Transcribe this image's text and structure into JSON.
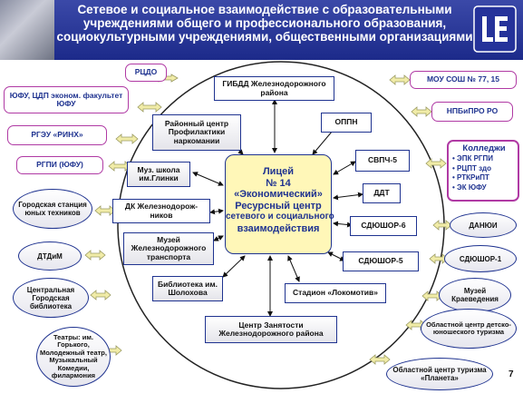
{
  "header": {
    "title": "Сетевое и социальное взаимодействие с образовательными учреждениями общего и профессионального образования, социокультурными учреждениями, общественными организациями"
  },
  "center": {
    "lines": [
      "Лицей",
      "№ 14",
      "«Экономический»",
      "Ресурсный центр",
      "сетевого и социального",
      "взаимодействия"
    ]
  },
  "inner_boxes": {
    "gibdd": "ГИБДД Железнодорожного района",
    "prof": "Районный центр Профилактики наркомании",
    "oppn": "ОППН",
    "svpch": "СВПЧ-5",
    "music": "Муз. школа им.Глинки",
    "ddt": "ДДТ",
    "dk": "ДК Железнодорож- ников",
    "sdyushor6": "СДЮШОР-6",
    "museum_transport": "Музей Железнодорожного транспорта",
    "sdyushor5": "СДЮШОР-5",
    "library": "Библиотека им. Шолохова",
    "stadium": "Стадион «Локомотив»",
    "employment": "Центр Занятости Железнодорожного района"
  },
  "outer_left": {
    "rcdo": "РЦДО",
    "yufu": "ЮФУ, ЦДП эконом. факультет ЮФУ",
    "rgeu": "РГЭУ «РИНХ»",
    "rgpi": "РГПИ (ЮФУ)",
    "station": "Городская станция юных техников",
    "dtdim": "ДТДиМ",
    "central_library": "Центральная Городская библиотека",
    "theaters": "Театры: им. Горького, Молодежный театр, Музыкальный Комедии, филармония"
  },
  "outer_right": {
    "mou": "МОУ СОШ № 77, 15",
    "nmbpro": "НПБиПРО РО",
    "colleges_title": "Колледжи",
    "colleges": [
      "ЭПК РГПИ",
      "РЦПТ здо",
      "РТКРиПТ",
      "ЭК ЮФУ"
    ],
    "danyuoi": "ДАНЮИ",
    "sdyushor1": "СДЮШОР-1",
    "museum_kraeved": "Музей Краеведения",
    "tourism_center": "Областной центр детско-юношеского туризма",
    "planeta": "Областной центр туризма «Планета»"
  },
  "page_number": "7",
  "colors": {
    "header_bg": "#25329a",
    "box_border": "#1f3390",
    "pill_border": "#b03aa4",
    "center_fill": "#fff7b8",
    "arrow_fill": "#f1eca8"
  }
}
